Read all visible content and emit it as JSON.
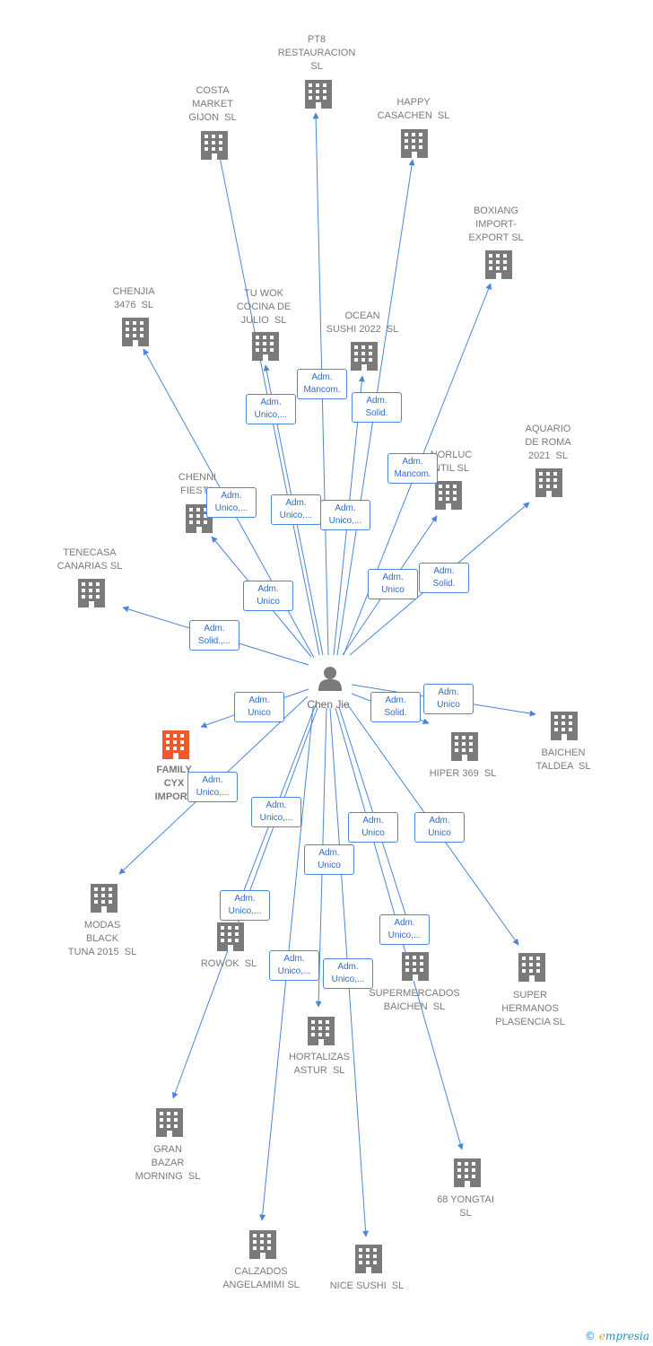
{
  "colors": {
    "edge": "#4a86d8",
    "building": "#7a7a7a",
    "highlight": "#f05a2a",
    "person": "#7a7a7a"
  },
  "center": {
    "name": "Chen Jie",
    "icon": "person-icon"
  },
  "nodes": [
    {
      "id": "pt8",
      "label": "PT8\nRESTAURACION\nSL",
      "icon": "building-icon"
    },
    {
      "id": "costa",
      "label": "COSTA\nMARKET\nGIJON  SL",
      "icon": "building-icon"
    },
    {
      "id": "happy",
      "label": "HAPPY\nCASACHEN  SL",
      "icon": "building-icon"
    },
    {
      "id": "boxiang",
      "label": "BOXIANG\nIMPORT-\nEXPORT SL",
      "icon": "building-icon"
    },
    {
      "id": "chenjia",
      "label": "CHENJIA\n3476  SL",
      "icon": "building-icon"
    },
    {
      "id": "tuwok",
      "label": "TU WOK\nCOCINA DE\nJULIO  SL",
      "icon": "building-icon"
    },
    {
      "id": "ocean",
      "label": "OCEAN\nSUSHI 2022  SL",
      "icon": "building-icon"
    },
    {
      "id": "aquario",
      "label": "AQUARIO\nDE ROMA\n2021  SL",
      "icon": "building-icon"
    },
    {
      "id": "norluc",
      "label": "NORLUC\nNTIL SL",
      "icon": "building-icon"
    },
    {
      "id": "chenni",
      "label": "CHENNI\nFIESTA",
      "icon": "building-icon"
    },
    {
      "id": "tenecasa",
      "label": "TENECASA\nCANARIAS SL",
      "icon": "building-icon"
    },
    {
      "id": "family",
      "label": "FAMILY\nCYX\nIMPORT",
      "icon": "building-icon",
      "highlight": true
    },
    {
      "id": "hiper",
      "label": "HIPER 369  SL",
      "icon": "building-icon"
    },
    {
      "id": "baichen",
      "label": "BAICHEN\nTALDEA  SL",
      "icon": "building-icon"
    },
    {
      "id": "modas",
      "label": "MODAS\nBLACK\nTUNA 2015  SL",
      "icon": "building-icon"
    },
    {
      "id": "rowok",
      "label": "ROWOK  SL",
      "icon": "building-icon"
    },
    {
      "id": "supermercados",
      "label": "SUPERMERCADOS\nBAICHEN  SL",
      "icon": "building-icon"
    },
    {
      "id": "super",
      "label": "SUPER\nHERMANOS\nPLASENCIA SL",
      "icon": "building-icon"
    },
    {
      "id": "hortalizas",
      "label": "HORTALIZAS\nASTUR  SL",
      "icon": "building-icon"
    },
    {
      "id": "granbazar",
      "label": "GRAN\nBAZAR\nMORNING  SL",
      "icon": "building-icon"
    },
    {
      "id": "yongtai",
      "label": "68 YONGTAI\nSL",
      "icon": "building-icon"
    },
    {
      "id": "calzados",
      "label": "CALZADOS\nANGELAMIMI SL",
      "icon": "building-icon"
    },
    {
      "id": "nicesushi",
      "label": "NICE SUSHI  SL",
      "icon": "building-icon"
    }
  ],
  "edge_labels": [
    {
      "id": "pt8",
      "text": "Adm.\nMancom."
    },
    {
      "id": "costa",
      "text": "Adm.\nUnico,..."
    },
    {
      "id": "happy",
      "text": "Adm.\nSolid."
    },
    {
      "id": "boxiang",
      "text": "Adm.\nMancom."
    },
    {
      "id": "chenjia",
      "text": "Adm.\nUnico,..."
    },
    {
      "id": "tuwok",
      "text": "Adm.\nUnico,..."
    },
    {
      "id": "ocean",
      "text": "Adm.\nUnico,..."
    },
    {
      "id": "norluc",
      "text": "Adm.\nUnico"
    },
    {
      "id": "aquario",
      "text": "Adm.\nSolid."
    },
    {
      "id": "chenni",
      "text": "Adm.\nUnico"
    },
    {
      "id": "tenecasa",
      "text": "Adm.\nSolid.,..."
    },
    {
      "id": "family",
      "text": "Adm.\nUnico"
    },
    {
      "id": "hiper",
      "text": "Adm.\nSolid."
    },
    {
      "id": "baichen",
      "text": "Adm.\nUnico"
    },
    {
      "id": "modas",
      "text": "Adm.\nUnico,..."
    },
    {
      "id": "granbazar",
      "text": "Adm.\nUnico,..."
    },
    {
      "id": "supermercados",
      "text": "Adm.\nUnico,..."
    },
    {
      "id": "super",
      "text": "Adm.\nUnico"
    },
    {
      "id": "hortalizas",
      "text": "Adm.\nUnico"
    },
    {
      "id": "rowok",
      "text": "Adm.\nUnico,..."
    },
    {
      "id": "yongtai",
      "text": "Adm.\nUnico"
    },
    {
      "id": "calzados",
      "text": "Adm.\nUnico,..."
    },
    {
      "id": "nicesushi",
      "text": "Adm.\nUnico,..."
    }
  ],
  "watermark": {
    "copyright": "©",
    "brand_initial": "e",
    "brand_rest": "mpresia"
  }
}
